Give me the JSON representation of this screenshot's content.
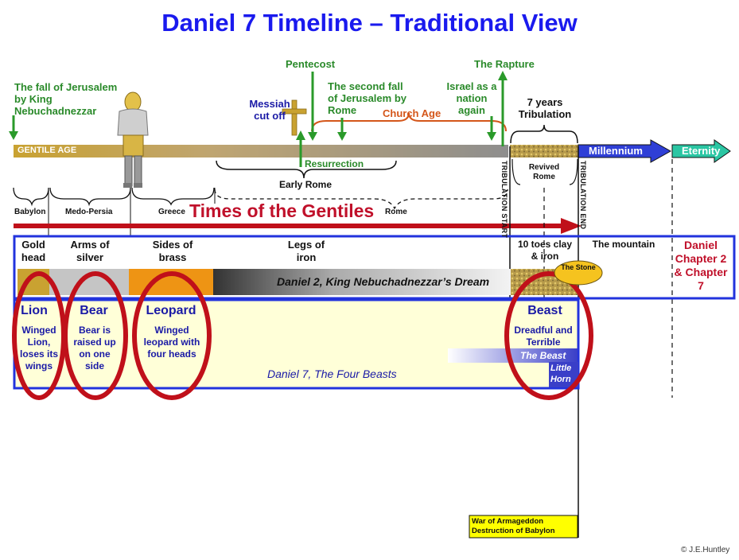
{
  "title": "Daniel 7 Timeline – Traditional View",
  "events": {
    "fall_jerusalem": "The fall of Jerusalem by King Nebuchadnezzar",
    "messiah": "Messiah cut off",
    "pentecost": "Pentecost",
    "second_fall": "The second fall of Jerusalem by Rome",
    "church_age": "Church Age",
    "israel": "Israel as a nation again",
    "rapture": "The Rapture",
    "seven_years": "7 years Tribulation",
    "resurrection": "Resurrection",
    "early_rome": "Early Rome",
    "revived_rome": "Revived Rome",
    "tribulation_start": "TRIBULATION START",
    "tribulation_end": "TRIBULATION END"
  },
  "timeline": {
    "gentile_age": "GENTILE AGE",
    "millennium": "Millennium",
    "eternity": "Eternity"
  },
  "empires": [
    "Babylon",
    "Medo-Persia",
    "Greece",
    "Rome"
  ],
  "times_of_gentiles": "Times of the Gentiles",
  "daniel2": {
    "parts": [
      {
        "label": "Gold head"
      },
      {
        "label": "Arms of silver"
      },
      {
        "label": "Sides of brass"
      },
      {
        "label": "Legs of iron"
      },
      {
        "label": "10 toes clay & iron"
      },
      {
        "label": "The mountain"
      }
    ],
    "chapter_label": "Daniel Chapter 2 & Chapter 7",
    "bar_caption": "Daniel 2, King Nebuchadnezzar’s Dream",
    "stone": "The Stone"
  },
  "daniel7": {
    "beasts": [
      {
        "name": "Lion",
        "desc": "Winged Lion, loses its wings"
      },
      {
        "name": "Bear",
        "desc": "Bear is raised up on one side"
      },
      {
        "name": "Leopard",
        "desc": "Winged leopard with four heads"
      },
      {
        "name": "Beast",
        "desc": "Dreadful and Terrible"
      }
    ],
    "the_beast": "The Beast",
    "little_horn": "Little Horn",
    "caption": "Daniel 7, The Four Beasts"
  },
  "armageddon": "War of Armageddon Destruction of Babylon",
  "copyright": "© J.E.Huntley",
  "colors": {
    "title": "#1a1aee",
    "green": "#2a8a2a",
    "navy": "#1a1aa6",
    "crimson": "#c0102a",
    "orange": "#d4561a",
    "gold": "#c9a231",
    "blue_frame": "#2233dd",
    "highlight_yellow": "#ffff00"
  }
}
